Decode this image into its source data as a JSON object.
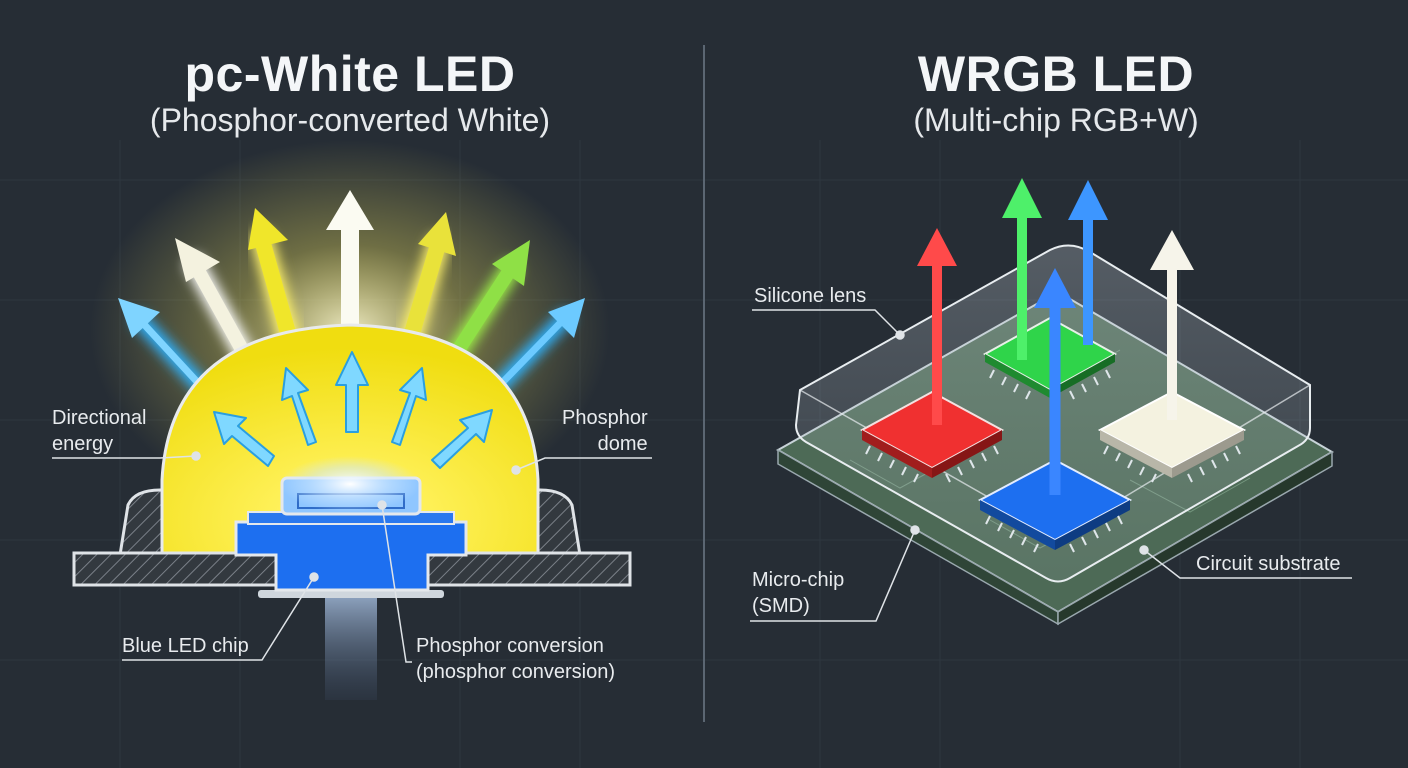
{
  "left_panel": {
    "title": "pc-White LED",
    "subtitle": "(Phosphor-converted White)",
    "labels": {
      "directional_energy": [
        "Directional",
        "energy"
      ],
      "phosphor_dome": [
        "Phosphor",
        "dome"
      ],
      "blue_led_chip": "Blue LED chip",
      "phosphor_conversion": [
        "Phosphor conversion",
        "(phosphor conversion)"
      ]
    }
  },
  "right_panel": {
    "title": "WRGB LED",
    "subtitle": "(Multi-chip RGB+W)",
    "labels": {
      "silicone_lens": "Silicone lens",
      "micro_chip": [
        "Micro-chip",
        "(SMD)"
      ],
      "circuit_substrate": "Circuit substrate"
    }
  },
  "colors": {
    "background": "#262d35",
    "phosphor_yellow": "#f2e21a",
    "blue_chip": "#1d6ff0",
    "red_chip": "#f03030",
    "green_chip": "#2fd44a",
    "white_chip": "#f4f2e0",
    "substrate": "#3f5a48"
  }
}
